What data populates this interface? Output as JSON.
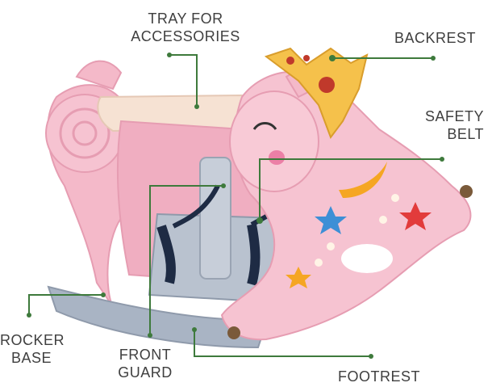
{
  "image": {
    "subject": "pink rocking horse for children",
    "colors": {
      "body": "#f4b9c9",
      "body_shade": "#e69db2",
      "seat_grey": "#b9c2cf",
      "seat_dark": "#8f9aab",
      "tray": "#f6e2d3",
      "crown": "#f5c14b",
      "callout_line": "#3e7a3c",
      "label_text": "#3f3f3f"
    }
  },
  "callouts": [
    {
      "id": "tray",
      "lines": [
        "TRAY FOR",
        "ACCESSORIES"
      ]
    },
    {
      "id": "backrest",
      "lines": [
        "BACKREST"
      ]
    },
    {
      "id": "safety_belt",
      "lines": [
        "SAFETY",
        "BELT"
      ]
    },
    {
      "id": "rocker_base",
      "lines": [
        "ROCKER",
        "BASE"
      ]
    },
    {
      "id": "front_guard",
      "lines": [
        "FRONT",
        "GUARD"
      ]
    },
    {
      "id": "footrest",
      "lines": [
        "FOOTREST"
      ]
    }
  ]
}
